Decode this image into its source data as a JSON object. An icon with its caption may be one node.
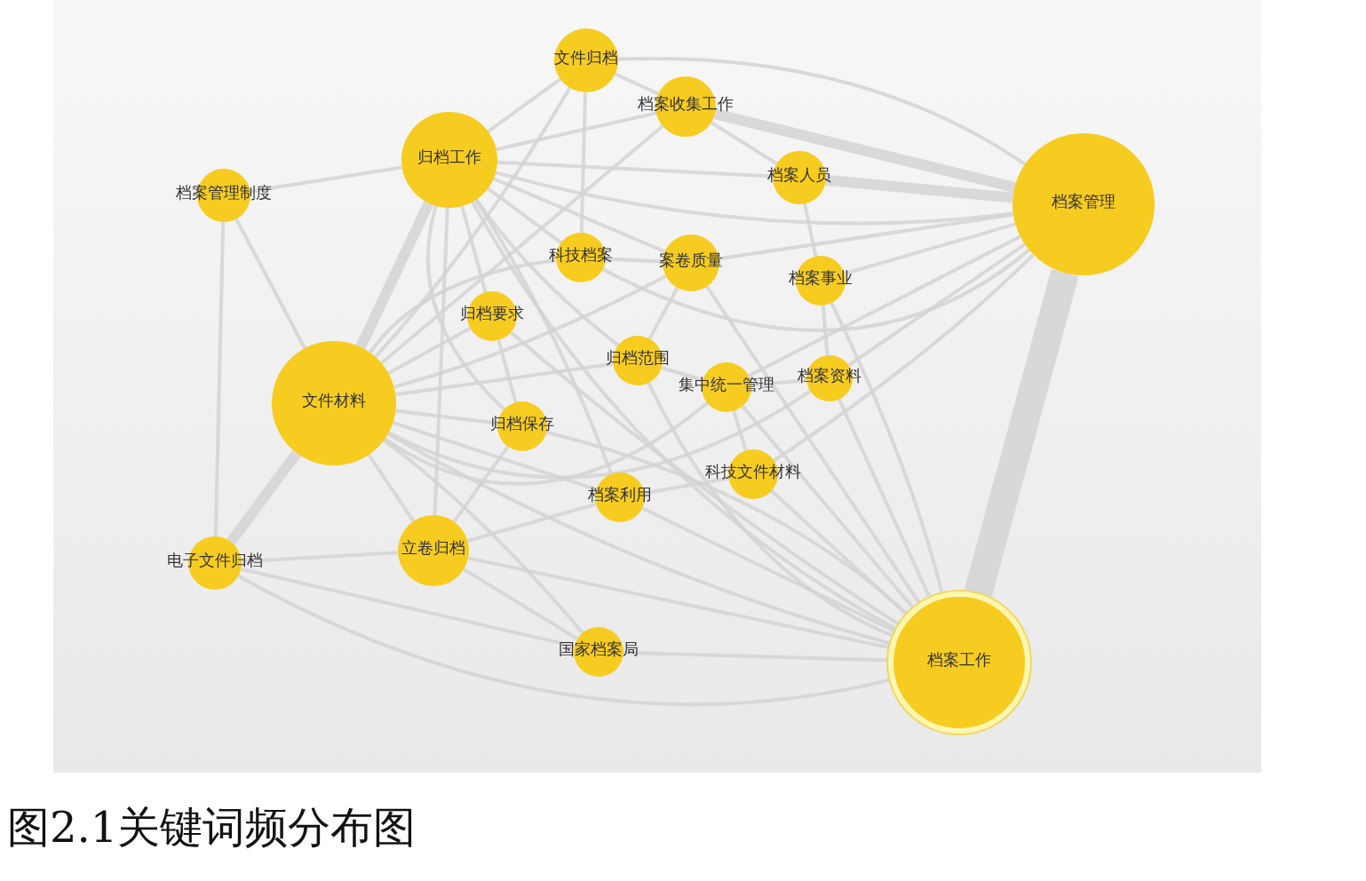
{
  "diagram": {
    "caption": "图2.1关键词频分布图",
    "nodes": [
      {
        "text": [
          "文件归档"
        ]
      },
      {
        "text": [
          "档案收集工作"
        ]
      },
      {
        "text": [
          "归档工作"
        ]
      },
      {
        "text": [
          "档案管理制度"
        ]
      },
      {
        "text": [
          "档案人员"
        ]
      },
      {
        "text": [
          "档案管理"
        ]
      },
      {
        "text": [
          "科技档案"
        ]
      },
      {
        "text": [
          "案卷质量"
        ]
      },
      {
        "text": [
          "档案事业"
        ]
      },
      {
        "text": [
          "归档要求"
        ]
      },
      {
        "text": [
          "归档范围"
        ]
      },
      {
        "text": [
          "文件材料"
        ]
      },
      {
        "text": [
          "集中统一管理"
        ]
      },
      {
        "text": [
          "档案资料"
        ]
      },
      {
        "text": [
          "归档保存"
        ]
      },
      {
        "text": [
          "科技文件材料"
        ]
      },
      {
        "text": [
          "档案利用"
        ]
      },
      {
        "text": [
          "电子文件归档"
        ]
      },
      {
        "text": [
          "立卷归档"
        ]
      },
      {
        "text": [
          "国家档案局"
        ]
      },
      {
        "text": [
          "档案工作"
        ]
      }
    ],
    "edges": [
      {
        "from": 5,
        "to": 20,
        "arrow": "none",
        "style": "thick"
      },
      {
        "from": 5,
        "to": 1,
        "arrow": "none",
        "style": "thick"
      },
      {
        "from": 5,
        "to": 4,
        "arrow": "none",
        "style": "thick"
      },
      {
        "from": 5,
        "to": 8,
        "arrow": "none"
      },
      {
        "from": 5,
        "to": 13,
        "arrow": "none"
      },
      {
        "from": 5,
        "to": 2,
        "arrow": "none"
      },
      {
        "from": 5,
        "to": 0,
        "arrow": "none"
      },
      {
        "from": 5,
        "to": 7,
        "arrow": "none"
      },
      {
        "from": 5,
        "to": 12,
        "arrow": "none"
      },
      {
        "from": 5,
        "to": 6,
        "arrow": "none"
      },
      {
        "from": 5,
        "to": 15,
        "arrow": "none"
      },
      {
        "from": 20,
        "to": 19,
        "arrow": "none"
      },
      {
        "from": 20,
        "to": 16,
        "arrow": "none"
      },
      {
        "from": 20,
        "to": 18,
        "arrow": "none"
      },
      {
        "from": 20,
        "to": 15,
        "arrow": "none"
      },
      {
        "from": 20,
        "to": 13,
        "arrow": "none"
      },
      {
        "from": 20,
        "to": 12,
        "arrow": "none"
      },
      {
        "from": 20,
        "to": 8,
        "arrow": "none"
      },
      {
        "from": 20,
        "to": 10,
        "arrow": "none"
      },
      {
        "from": 20,
        "to": 11,
        "arrow": "none"
      },
      {
        "from": 20,
        "to": 17,
        "arrow": "none"
      },
      {
        "from": 20,
        "to": 14,
        "arrow": "none"
      },
      {
        "from": 20,
        "to": 9,
        "arrow": "none"
      },
      {
        "from": 20,
        "to": 2,
        "arrow": "none"
      },
      {
        "from": 20,
        "to": 7,
        "arrow": "none"
      },
      {
        "from": 11,
        "to": 2,
        "arrow": "none",
        "style": "thick"
      },
      {
        "from": 11,
        "to": 3,
        "arrow": "none"
      },
      {
        "from": 11,
        "to": 17,
        "arrow": "none",
        "style": "thick"
      },
      {
        "from": 11,
        "to": 18,
        "arrow": "none"
      },
      {
        "from": 11,
        "to": 14,
        "arrow": "none"
      },
      {
        "from": 11,
        "to": 9,
        "arrow": "none"
      },
      {
        "from": 11,
        "to": 10,
        "arrow": "none"
      },
      {
        "from": 11,
        "to": 6,
        "arrow": "none"
      },
      {
        "from": 11,
        "to": 7,
        "arrow": "none"
      },
      {
        "from": 11,
        "to": 12,
        "arrow": "none"
      },
      {
        "from": 11,
        "to": 16,
        "arrow": "none"
      },
      {
        "from": 11,
        "to": 13,
        "arrow": "none"
      },
      {
        "from": 11,
        "to": 0,
        "arrow": "none"
      },
      {
        "from": 11,
        "to": 1,
        "arrow": "none"
      },
      {
        "from": 11,
        "to": 19,
        "arrow": "none"
      },
      {
        "from": 2,
        "to": 3,
        "arrow": "none"
      },
      {
        "from": 2,
        "to": 0,
        "arrow": "none"
      },
      {
        "from": 2,
        "to": 1,
        "arrow": "none"
      },
      {
        "from": 2,
        "to": 4,
        "arrow": "none"
      },
      {
        "from": 2,
        "to": 9,
        "arrow": "none"
      },
      {
        "from": 2,
        "to": 6,
        "arrow": "none"
      },
      {
        "from": 2,
        "to": 7,
        "arrow": "none"
      },
      {
        "from": 2,
        "to": 10,
        "arrow": "none"
      },
      {
        "from": 2,
        "to": 14,
        "arrow": "none"
      },
      {
        "from": 2,
        "to": 16,
        "arrow": "none"
      },
      {
        "from": 2,
        "to": 18,
        "arrow": "none"
      },
      {
        "from": 3,
        "to": 17,
        "arrow": "none"
      },
      {
        "from": 17,
        "to": 18,
        "arrow": "none"
      },
      {
        "from": 17,
        "to": 19,
        "arrow": "none"
      },
      {
        "from": 18,
        "to": 19,
        "arrow": "none"
      },
      {
        "from": 18,
        "to": 16,
        "arrow": "none"
      },
      {
        "from": 18,
        "to": 14,
        "arrow": "none"
      },
      {
        "from": 0,
        "to": 1,
        "arrow": "none"
      },
      {
        "from": 0,
        "to": 6,
        "arrow": "none"
      },
      {
        "from": 1,
        "to": 4,
        "arrow": "none"
      },
      {
        "from": 6,
        "to": 7,
        "arrow": "none"
      },
      {
        "from": 7,
        "to": 10,
        "arrow": "none"
      },
      {
        "from": 10,
        "to": 12,
        "arrow": "none"
      },
      {
        "from": 12,
        "to": 13,
        "arrow": "none"
      },
      {
        "from": 8,
        "to": 13,
        "arrow": "none"
      },
      {
        "from": 4,
        "to": 8,
        "arrow": "none"
      },
      {
        "from": 9,
        "to": 14,
        "arrow": "none"
      },
      {
        "from": 16,
        "to": 15,
        "arrow": "none"
      },
      {
        "from": 15,
        "to": 12,
        "arrow": "none"
      }
    ]
  }
}
